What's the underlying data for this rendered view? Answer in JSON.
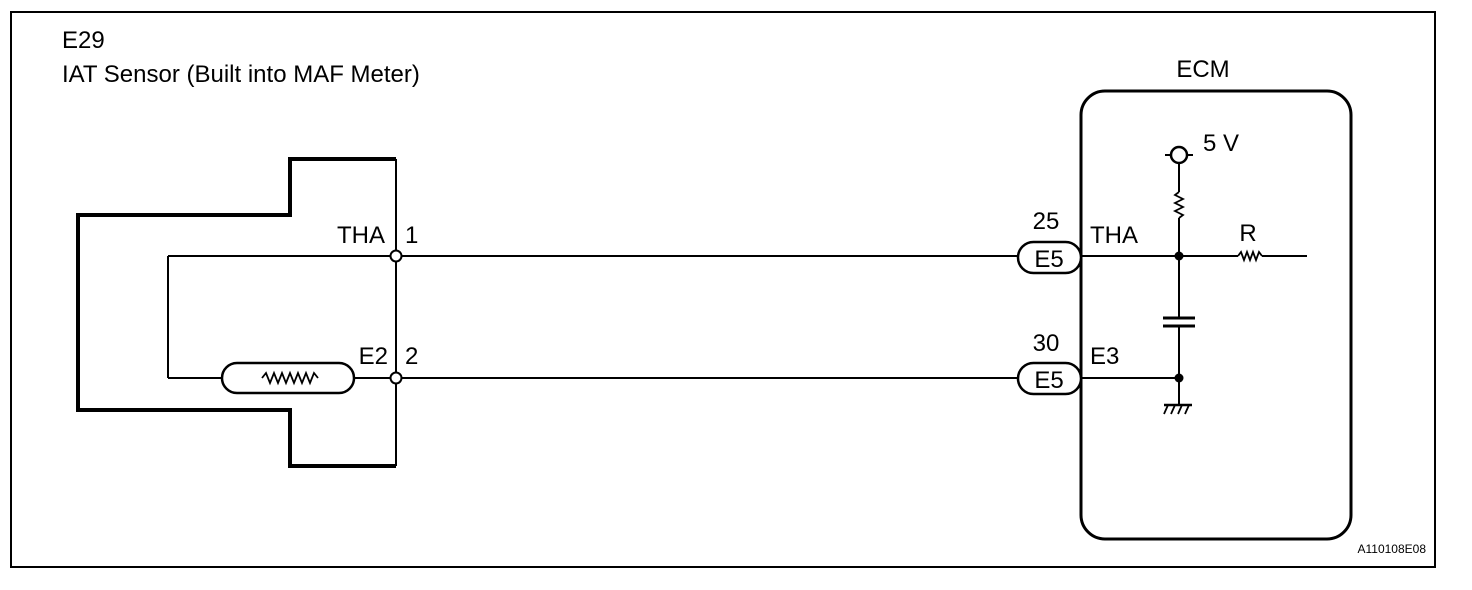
{
  "sensor": {
    "code": "E29",
    "name": "IAT Sensor (Built into MAF Meter)",
    "pins": [
      {
        "signal": "THA",
        "pin": "1"
      },
      {
        "signal": "E2",
        "pin": "2"
      }
    ]
  },
  "ecm": {
    "title": "ECM",
    "supply_label": "5 V",
    "resistor_label": "R",
    "pins": [
      {
        "connector": "E5",
        "pin": "25",
        "signal": "THA"
      },
      {
        "connector": "E5",
        "pin": "30",
        "signal": "E3"
      }
    ]
  },
  "figure_code": "A110108E08"
}
